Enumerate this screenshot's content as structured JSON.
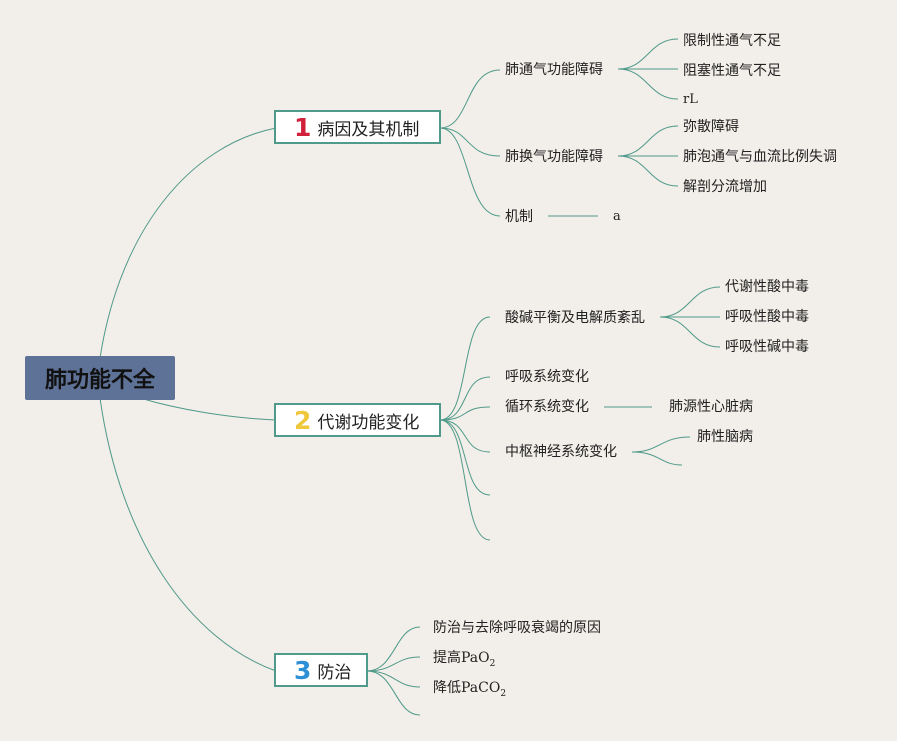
{
  "root": {
    "label": "肺功能不全"
  },
  "branches": [
    {
      "number": "1",
      "label": "病因及其机制",
      "children": [
        {
          "label": "肺通气功能障碍",
          "children": [
            "限制性通气不足",
            "阻塞性通气不足",
            "rL"
          ]
        },
        {
          "label": "肺换气功能障碍",
          "children": [
            "弥散障碍",
            "肺泡通气与血流比例失调",
            "解剖分流增加"
          ]
        },
        {
          "label": "机制",
          "children": [
            "a"
          ]
        }
      ]
    },
    {
      "number": "2",
      "label": "代谢功能变化",
      "children": [
        {
          "label": "酸碱平衡及电解质紊乱",
          "children": [
            "代谢性酸中毒",
            "呼吸性酸中毒",
            "呼吸性碱中毒"
          ]
        },
        {
          "label": "呼吸系统变化",
          "children": []
        },
        {
          "label": "循环系统变化",
          "children": [
            "肺源性心脏病"
          ]
        },
        {
          "label": "中枢神经系统变化",
          "children": [
            "肺性脑病",
            ""
          ]
        },
        {
          "label": "",
          "children": []
        },
        {
          "label": "",
          "children": []
        }
      ]
    },
    {
      "number": "3",
      "label": "防治",
      "children": [
        {
          "label": "防治与去除呼吸衰竭的原因"
        },
        {
          "label_prefix": "提高PaO",
          "label_sub": "2"
        },
        {
          "label_prefix": "降低PaCO",
          "label_sub": "2"
        },
        {
          "label": ""
        }
      ]
    }
  ]
}
